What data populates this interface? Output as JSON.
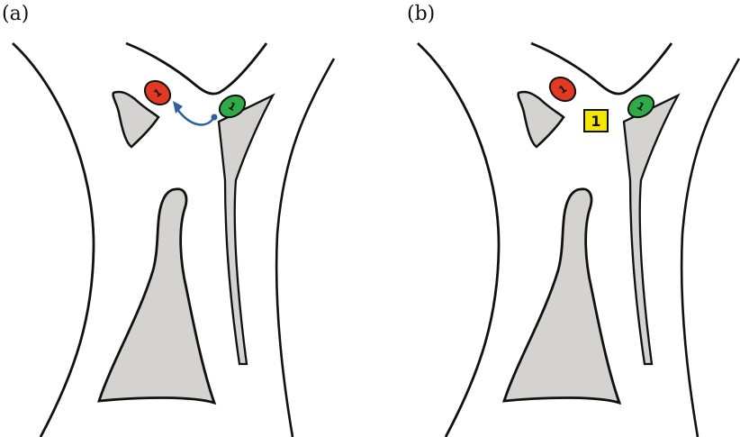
{
  "panels": [
    {
      "label": "(a)",
      "red_token": "1",
      "green_token": "1",
      "has_arrow": true
    },
    {
      "label": "(b)",
      "red_token": "1",
      "green_token": "1",
      "badge": "1"
    }
  ],
  "colors": {
    "outline": "#111111",
    "shape_fill": "#d4d3d0",
    "red_token": "#e23a22",
    "green_token": "#2faa48",
    "arrow": "#2f5f9e",
    "badge": "#f3e600"
  }
}
